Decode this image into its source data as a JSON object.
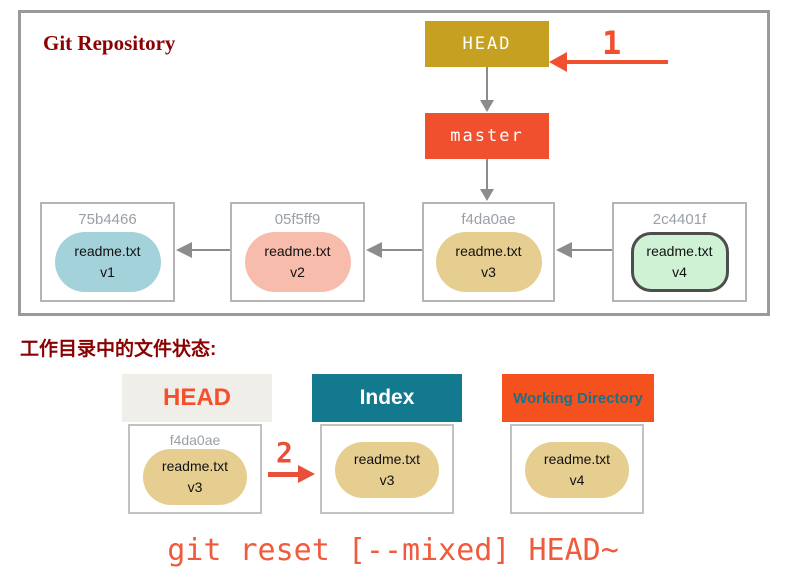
{
  "repo": {
    "title": "Git Repository",
    "head_label": "HEAD",
    "branch_label": "master",
    "step1": "1",
    "commits": [
      {
        "hash": "75b4466",
        "file": "readme.txt",
        "version": "v1",
        "blob_color": "#a3d2db"
      },
      {
        "hash": "05f5ff9",
        "file": "readme.txt",
        "version": "v2",
        "blob_color": "#f8bcac"
      },
      {
        "hash": "f4da0ae",
        "file": "readme.txt",
        "version": "v3",
        "blob_color": "#e6ce90"
      },
      {
        "hash": "2c4401f",
        "file": "readme.txt",
        "version": "v4",
        "blob_color": "#cff2d4"
      }
    ]
  },
  "working_state": {
    "title": "工作目录中的文件状态:",
    "step2": "2",
    "columns": [
      {
        "header": "HEAD",
        "hash": "f4da0ae",
        "file": "readme.txt",
        "version": "v3",
        "header_bg": "#f0eee9",
        "header_color": "#f4502e"
      },
      {
        "header": "Index",
        "file": "readme.txt",
        "version": "v3",
        "header_bg": "#12798e",
        "header_color": "#ffffff"
      },
      {
        "header": "Working Directory",
        "file": "readme.txt",
        "version": "v4",
        "header_bg": "#f4511e",
        "header_color": "#1d7086"
      }
    ]
  },
  "command": {
    "text": "git reset [--mixed] HEAD~"
  },
  "colors": {
    "title_red": "#8b0000",
    "head_box_gold": "#c6a021",
    "master_box_red": "#f1502f",
    "step_arrow_red": "#e8503a",
    "gray_arrow": "#8c8c8c",
    "hash_gray": "#9aa0a6",
    "command_orange": "#f05b3e"
  }
}
